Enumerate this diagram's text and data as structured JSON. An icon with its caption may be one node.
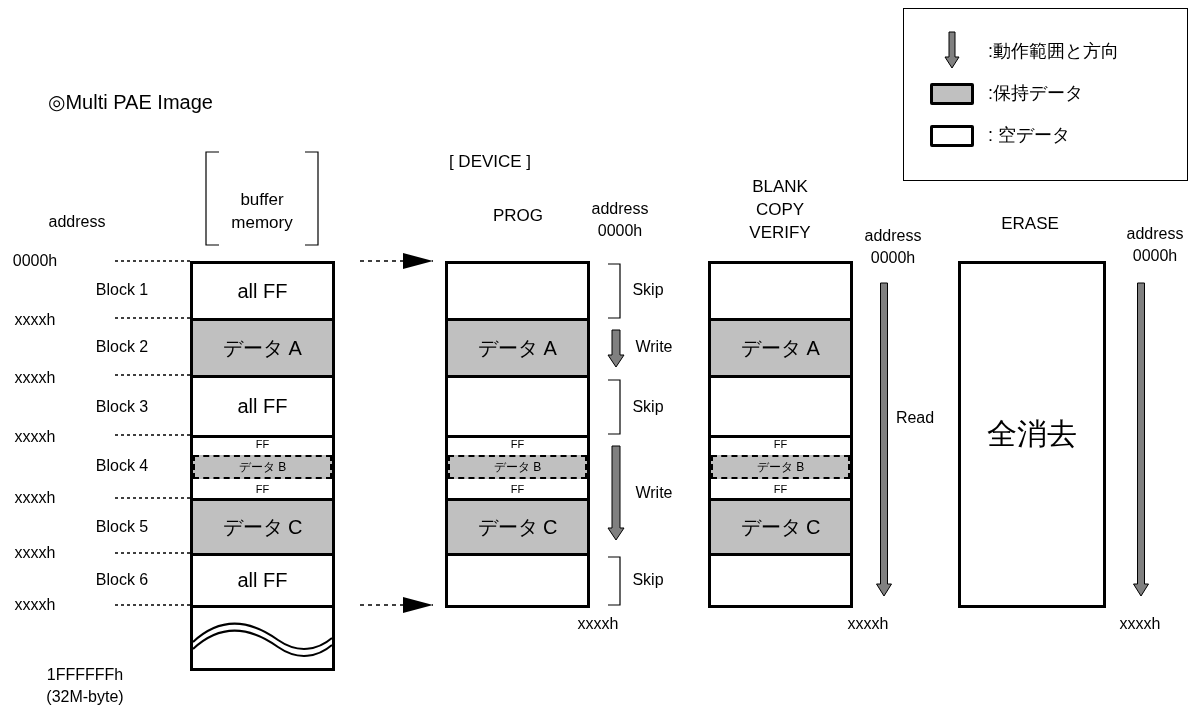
{
  "diagram": {
    "title": "◎Multi PAE Image",
    "nodes": [
      {
        "text": [
          "all FF"
        ]
      },
      {
        "text": [
          "データ A"
        ]
      },
      {
        "text": [
          "all FF"
        ]
      },
      {
        "text": [
          "FF",
          "データ B",
          "FF"
        ]
      },
      {
        "text": [
          "データ C"
        ]
      },
      {
        "text": [
          "all FF"
        ]
      },
      {
        "text": [],
        "shape": "box"
      },
      {
        "text": [],
        "shape": "box"
      },
      {
        "text": [
          "データ A"
        ]
      },
      {
        "text": [],
        "shape": "box"
      },
      {
        "text": [
          "FF",
          "データ B",
          "FF"
        ]
      },
      {
        "text": [
          "データ C"
        ]
      },
      {
        "text": [],
        "shape": "box"
      },
      {
        "text": [],
        "shape": "box"
      },
      {
        "text": [
          "データ A"
        ]
      },
      {
        "text": [],
        "shape": "box"
      },
      {
        "text": [
          "FF",
          "データ B",
          "FF"
        ]
      },
      {
        "text": [
          "データ C"
        ]
      },
      {
        "text": [],
        "shape": "box"
      },
      {
        "text": [
          "全消去"
        ]
      }
    ],
    "edges": [
      {
        "from": null,
        "to": 7,
        "arrow": "to",
        "style": "dashed"
      },
      {
        "from": null,
        "to": 12,
        "arrow": "to",
        "style": "dashed"
      }
    ],
    "labels": [
      "buffer memory",
      "[ DEVICE ]",
      "address",
      "PROG",
      "address 0000h",
      "BLANK COPY VERIFY",
      "address 0000h",
      "ERASE",
      "address 0000h",
      "0000h",
      "Block 1",
      "Skip",
      "xxxxh",
      "Block 2",
      "Write",
      "xxxxh",
      "Block 3",
      "Skip",
      "Read",
      "xxxxh",
      "Block 4",
      "xxxxh",
      "Write",
      "Block 5",
      "xxxxh",
      "Block 6",
      "Skip",
      "xxxxh",
      "xxxxh",
      "xxxxh",
      "xxxxh",
      "1FFFFFFh (32M-byte)"
    ],
    "legend": [
      {
        "text": ":動作範囲と方向"
      },
      {
        "text": ":保持データ",
        "color": "#c0c0c0"
      },
      {
        "text": ": 空データ",
        "color": "#ffffff"
      }
    ]
  }
}
